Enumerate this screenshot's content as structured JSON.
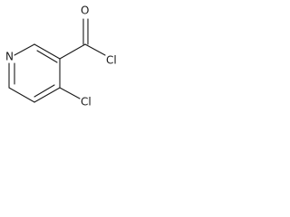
{
  "molecule": {
    "atoms": {
      "n_ring": "N",
      "o_carbonyl": "O",
      "cl_acyl": "Cl",
      "cl_ring": "Cl"
    }
  },
  "colors": {
    "ink": "#1a1a1a",
    "background": "#ffffff"
  }
}
